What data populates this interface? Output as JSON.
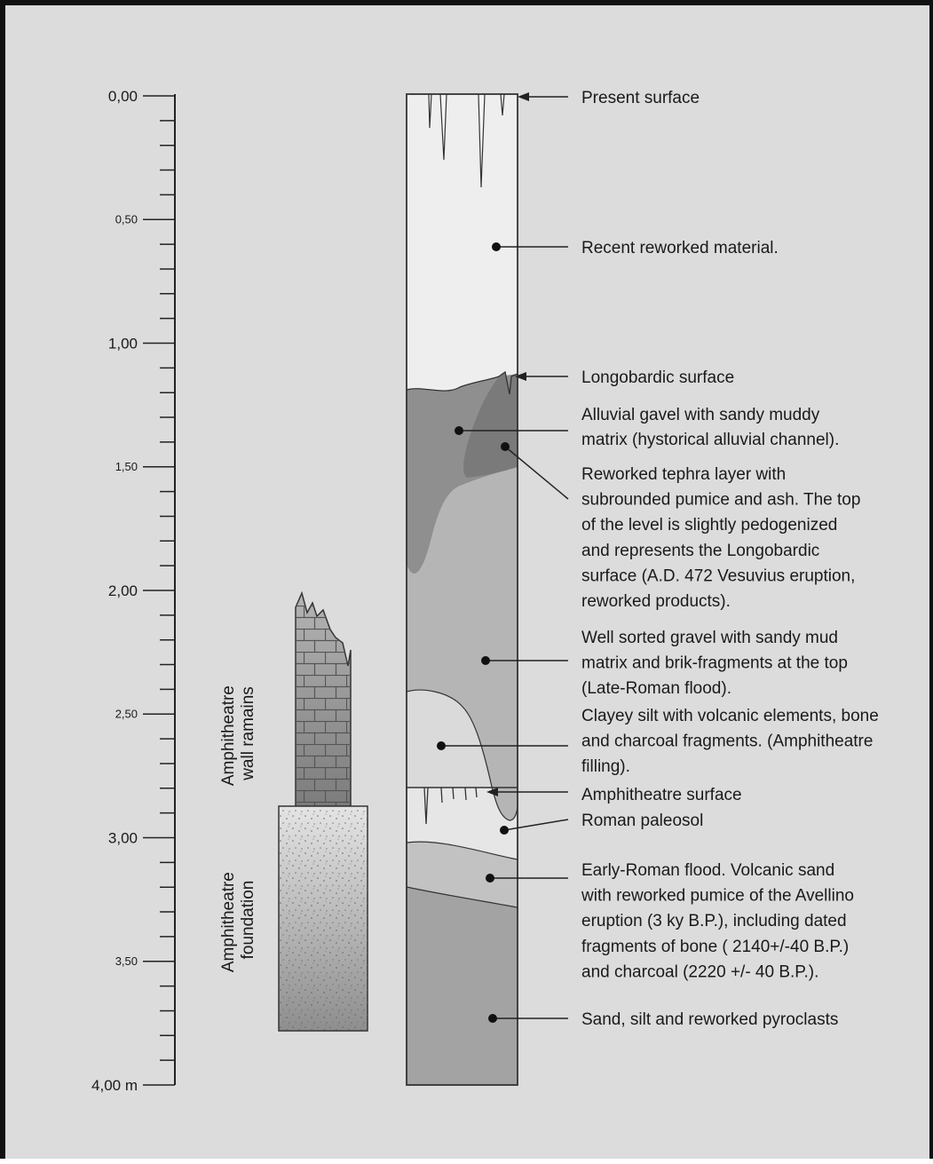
{
  "scale": {
    "unit": "m",
    "labels": [
      {
        "depth": 0.0,
        "text": "0,00",
        "major": true
      },
      {
        "depth": 0.5,
        "text": "0,50",
        "major": false
      },
      {
        "depth": 1.0,
        "text": "1,00",
        "major": true
      },
      {
        "depth": 1.5,
        "text": "1,50",
        "major": false
      },
      {
        "depth": 2.0,
        "text": "2,00",
        "major": true
      },
      {
        "depth": 2.5,
        "text": "2,50",
        "major": false
      },
      {
        "depth": 3.0,
        "text": "3,00",
        "major": true
      },
      {
        "depth": 3.5,
        "text": "3,50",
        "major": false
      },
      {
        "depth": 4.0,
        "text": "4,00 m",
        "major": true
      }
    ],
    "tick_step": 0.1
  },
  "amphitheatre": {
    "wall_label": [
      "Amphitheatre",
      "wall ramains"
    ],
    "foundation_label": [
      "Amphitheatre",
      "foundation"
    ],
    "wall_top_depth": 2.0,
    "foundation_top_depth": 2.87,
    "foundation_bottom_depth": 3.8
  },
  "layers": [
    {
      "id": "present-surface",
      "lines": [
        "Present surface"
      ]
    },
    {
      "id": "recent-reworked",
      "lines": [
        "Recent reworked material."
      ]
    },
    {
      "id": "longobardic-surface",
      "lines": [
        "Longobardic surface"
      ]
    },
    {
      "id": "alluvial-gravel",
      "lines": [
        "Alluvial gavel with sandy muddy",
        "matrix (hystorical alluvial channel)."
      ]
    },
    {
      "id": "reworked-tephra",
      "lines": [
        "Reworked tephra layer with",
        "subrounded pumice and ash. The top",
        "of the level is slightly pedogenized",
        "and represents the Longobardic",
        "surface (A.D. 472 Vesuvius eruption,",
        "reworked products)."
      ]
    },
    {
      "id": "well-sorted-gravel",
      "lines": [
        "Well sorted gravel with sandy mud",
        "matrix and brik-fragments at the top",
        "(Late-Roman flood)."
      ]
    },
    {
      "id": "clayey-silt",
      "lines": [
        "Clayey silt with volcanic elements, bone",
        "and charcoal fragments. (Amphitheatre",
        "filling)."
      ]
    },
    {
      "id": "amphitheatre-surface",
      "lines": [
        "Amphitheatre surface"
      ]
    },
    {
      "id": "roman-paleosol",
      "lines": [
        "Roman paleosol"
      ]
    },
    {
      "id": "early-roman-flood",
      "lines": [
        "Early-Roman flood. Volcanic sand",
        "with reworked pumice of the Avellino",
        "eruption (3 ky B.P.), including dated",
        "fragments of bone ( 2140+/-40 B.P.)",
        "and charcoal (2220 +/- 40 B.P.)."
      ]
    },
    {
      "id": "sand-silt-pyroclasts",
      "lines": [
        "Sand, silt and reworked pyroclasts"
      ]
    }
  ],
  "colors": {
    "background": "#dcdcdc",
    "top_layer": "#eeeeee",
    "alluvial": "#8f8f8f",
    "tephra": "#7a7a7a",
    "gravel": "#b5b5b5",
    "clayey_silt": "#dadada",
    "paleosol": "#e6e6e6",
    "early_flood": "#c2c2c2",
    "sand": "#a3a3a3",
    "outline": "#333333"
  }
}
